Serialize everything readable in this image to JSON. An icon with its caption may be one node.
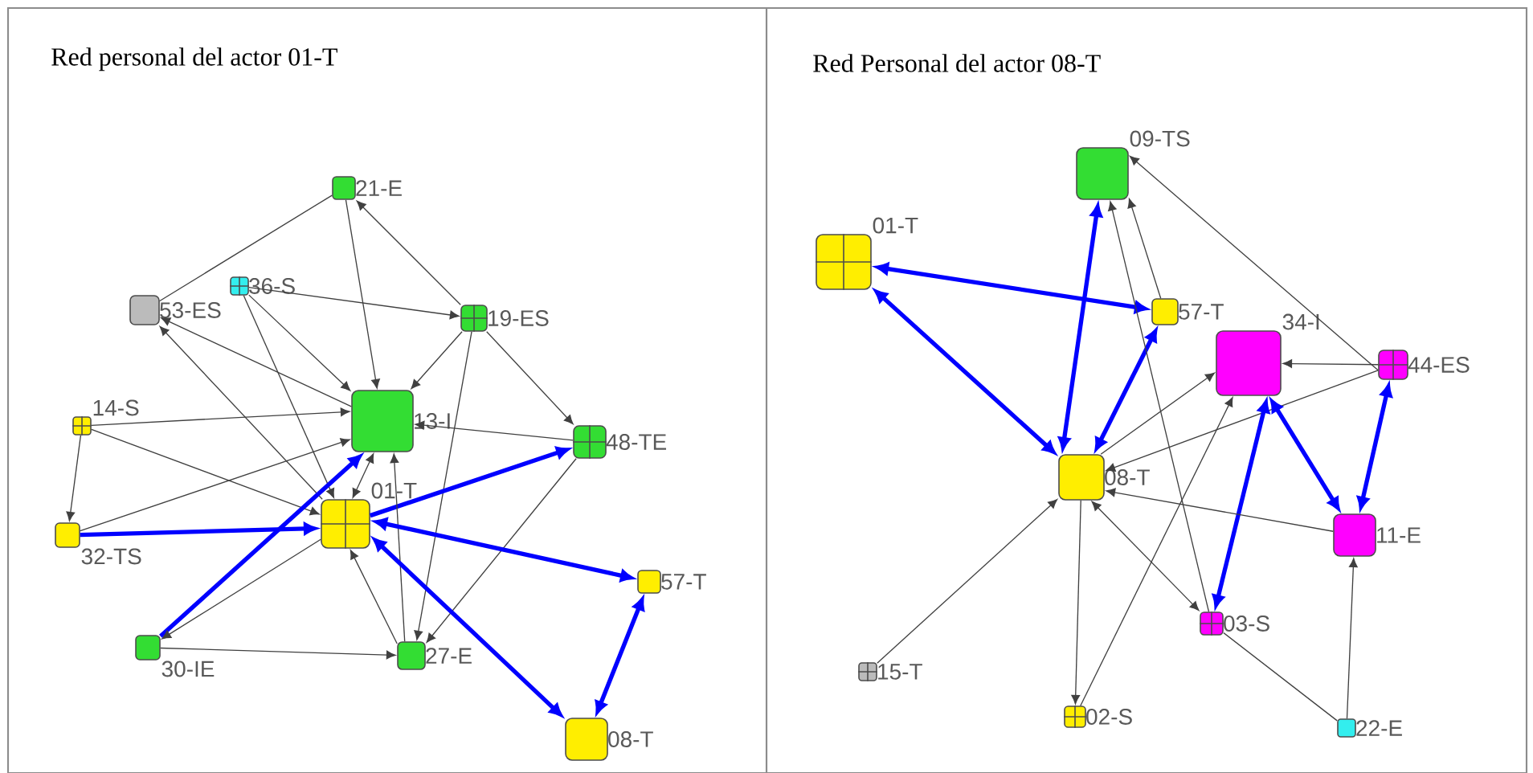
{
  "diagram": {
    "nodes": [
      {
        "text": [
          "Red personal del actor 01-T"
        ]
      },
      {
        "text": [
          "Red Personal del actor 08-T"
        ]
      },
      {
        "text": [
          "21-E"
        ],
        "in": 0
      },
      {
        "text": [
          "36-S"
        ],
        "in": 0
      },
      {
        "text": [
          "53-ES"
        ],
        "in": 0
      },
      {
        "text": [
          "19-ES"
        ],
        "in": 0
      },
      {
        "text": [
          "13-I"
        ],
        "in": 0
      },
      {
        "text": [
          "14-S"
        ],
        "in": 0
      },
      {
        "text": [
          "48-TE"
        ],
        "in": 0
      },
      {
        "text": [
          "32-TS"
        ],
        "in": 0
      },
      {
        "text": [
          "01-T"
        ],
        "in": 0
      },
      {
        "text": [
          "57-T"
        ],
        "in": 0
      },
      {
        "text": [
          "30-IE"
        ],
        "in": 0
      },
      {
        "text": [
          "27-E"
        ],
        "in": 0
      },
      {
        "text": [
          "08-T"
        ],
        "in": 0
      },
      {
        "text": [
          "09-TS"
        ],
        "in": 1
      },
      {
        "text": [
          "01-T"
        ],
        "in": 1
      },
      {
        "text": [
          "57-T"
        ],
        "in": 1
      },
      {
        "text": [
          "34-I"
        ],
        "in": 1
      },
      {
        "text": [
          "44-ES"
        ],
        "in": 1
      },
      {
        "text": [
          "08-T"
        ],
        "in": 1
      },
      {
        "text": [
          "11-E"
        ],
        "in": 1
      },
      {
        "text": [
          "03-S"
        ],
        "in": 1
      },
      {
        "text": [
          "15-T"
        ],
        "in": 1
      },
      {
        "text": [
          "02-S"
        ],
        "in": 1
      },
      {
        "text": [
          "22-E"
        ],
        "in": 1
      }
    ],
    "edges": [
      {
        "from": 4,
        "to": 2,
        "arrow": "none"
      },
      {
        "from": 2,
        "to": 6,
        "arrow": "to"
      },
      {
        "from": 5,
        "to": 2,
        "arrow": "to"
      },
      {
        "from": 3,
        "to": 5,
        "arrow": "to"
      },
      {
        "from": 3,
        "to": 6,
        "arrow": "to"
      },
      {
        "from": 3,
        "to": 10,
        "arrow": "to"
      },
      {
        "from": 6,
        "to": 4,
        "arrow": "to"
      },
      {
        "from": 10,
        "to": 4,
        "arrow": "to"
      },
      {
        "from": 7,
        "to": 6,
        "arrow": "to"
      },
      {
        "from": 7,
        "to": 9,
        "arrow": "to"
      },
      {
        "from": 7,
        "to": 10,
        "arrow": "to"
      },
      {
        "from": 9,
        "to": 6,
        "arrow": "to"
      },
      {
        "from": 9,
        "to": 10,
        "arrow": "to",
        "style": "thick",
        "color": "#0000ff"
      },
      {
        "from": 5,
        "to": 6,
        "arrow": "to"
      },
      {
        "from": 5,
        "to": 8,
        "arrow": "to"
      },
      {
        "from": 5,
        "to": 13,
        "arrow": "to"
      },
      {
        "from": 8,
        "to": 6,
        "arrow": "to"
      },
      {
        "from": 10,
        "to": 8,
        "arrow": "to",
        "style": "thick",
        "color": "#0000ff"
      },
      {
        "from": 8,
        "to": 13,
        "arrow": "to"
      },
      {
        "from": 12,
        "to": 6,
        "arrow": "to",
        "style": "thick",
        "color": "#0000ff"
      },
      {
        "from": 10,
        "to": 12,
        "arrow": "to"
      },
      {
        "from": 12,
        "to": 13,
        "arrow": "to"
      },
      {
        "from": 10,
        "to": 6,
        "arrow": "both"
      },
      {
        "from": 13,
        "to": 6,
        "arrow": "to"
      },
      {
        "from": 13,
        "to": 10,
        "arrow": "to"
      },
      {
        "from": 10,
        "to": 11,
        "arrow": "both",
        "style": "thick",
        "color": "#0000ff"
      },
      {
        "from": 11,
        "to": 14,
        "arrow": "both",
        "style": "thick",
        "color": "#0000ff"
      },
      {
        "from": 14,
        "to": 10,
        "arrow": "both",
        "style": "thick",
        "color": "#0000ff"
      },
      {
        "from": 15,
        "to": 20,
        "arrow": "both",
        "style": "thick",
        "color": "#0000ff"
      },
      {
        "from": 16,
        "to": 17,
        "arrow": "both",
        "style": "thick",
        "color": "#0000ff"
      },
      {
        "from": 16,
        "to": 20,
        "arrow": "both",
        "style": "thick",
        "color": "#0000ff"
      },
      {
        "from": 17,
        "to": 20,
        "arrow": "both",
        "style": "thick",
        "color": "#0000ff"
      },
      {
        "from": 17,
        "to": 15,
        "arrow": "to"
      },
      {
        "from": 19,
        "to": 15,
        "arrow": "to"
      },
      {
        "from": 22,
        "to": 15,
        "arrow": "to"
      },
      {
        "from": 19,
        "to": 18,
        "arrow": "to"
      },
      {
        "from": 19,
        "to": 20,
        "arrow": "to"
      },
      {
        "from": 20,
        "to": 18,
        "arrow": "to"
      },
      {
        "from": 18,
        "to": 21,
        "arrow": "both",
        "style": "thick",
        "color": "#0000ff"
      },
      {
        "from": 19,
        "to": 21,
        "arrow": "both",
        "style": "thick",
        "color": "#0000ff"
      },
      {
        "from": 22,
        "to": 18,
        "arrow": "both",
        "style": "thick",
        "color": "#0000ff"
      },
      {
        "from": 24,
        "to": 18,
        "arrow": "to"
      },
      {
        "from": 21,
        "to": 20,
        "arrow": "to"
      },
      {
        "from": 25,
        "to": 21,
        "arrow": "to"
      },
      {
        "from": 22,
        "to": 25,
        "arrow": "none"
      },
      {
        "from": 23,
        "to": 20,
        "arrow": "to"
      },
      {
        "from": 20,
        "to": 24,
        "arrow": "to"
      },
      {
        "from": 22,
        "to": 20,
        "arrow": "both"
      }
    ]
  }
}
